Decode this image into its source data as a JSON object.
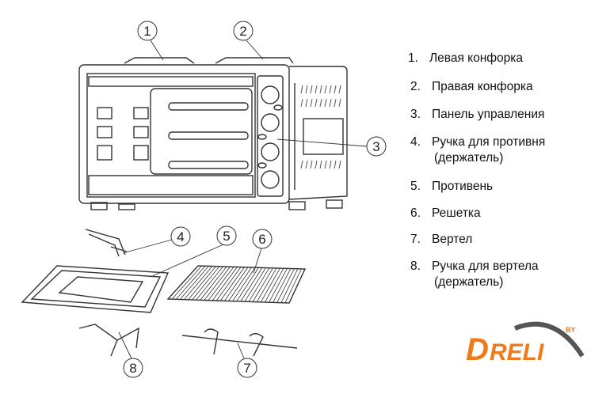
{
  "callouts": [
    "1",
    "2",
    "3",
    "4",
    "5",
    "6",
    "7",
    "8"
  ],
  "legend": [
    {
      "num": "1.",
      "text": "Левая конфорка"
    },
    {
      "num": "2.",
      "text": "Правая конфорка"
    },
    {
      "num": "3.",
      "text": "Панель управления"
    },
    {
      "num": "4.",
      "text": "Ручка для противня",
      "sub": "(держатель)"
    },
    {
      "num": "5.",
      "text": "Противень"
    },
    {
      "num": "6.",
      "text": "Решетка"
    },
    {
      "num": "7.",
      "text": "Вертел"
    },
    {
      "num": "8.",
      "text": "Ручка для вертела",
      "sub": "(держатель)"
    }
  ],
  "logo": {
    "text": "DRELI",
    "by": "BY",
    "color": "#f07b1a",
    "swoosh": "#555555"
  }
}
